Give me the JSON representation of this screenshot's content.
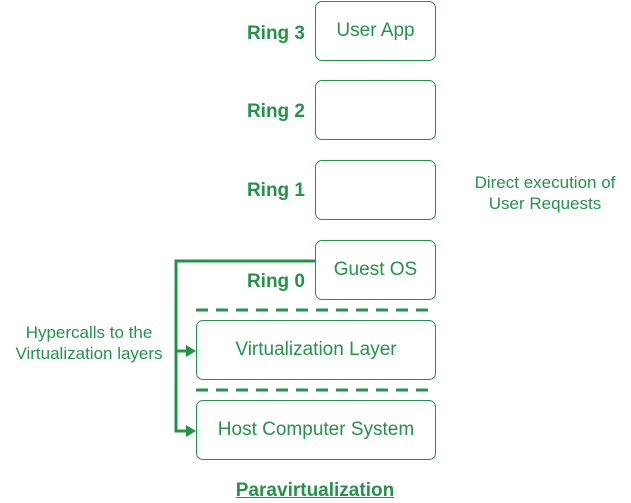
{
  "colors": {
    "accent": "#23934a"
  },
  "rings": {
    "ring3": "Ring 3",
    "ring2": "Ring 2",
    "ring1": "Ring 1",
    "ring0": "Ring 0"
  },
  "boxes": {
    "user_app": "User App",
    "ring2_box": "",
    "ring1_box": "",
    "guest_os": "Guest OS",
    "virtualization_layer": "Virtualization Layer",
    "host_computer_system": "Host Computer System"
  },
  "notes": {
    "direct_execution_line1": "Direct execution of",
    "direct_execution_line2": "User Requests",
    "hypercalls_line1": "Hypercalls to the",
    "hypercalls_line2": "Virtualization layers"
  },
  "title": "Paravirtualization"
}
